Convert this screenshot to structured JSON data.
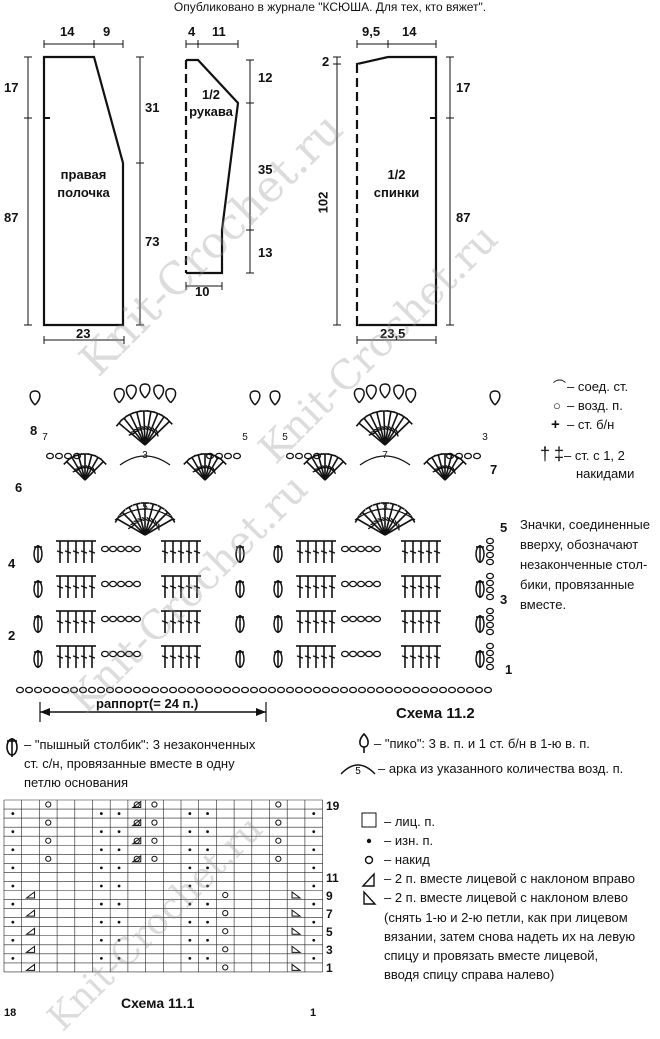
{
  "header": "Опубликовано в журнале \"КСЮША. Для тех, кто вяжет\".",
  "watermark": "Knit-Crochet.ru",
  "patterns": {
    "front": {
      "label1": "правая",
      "label2": "полочка",
      "dim_top_a": "14",
      "dim_top_b": "9",
      "dim_left_a": "17",
      "dim_left_b": "87",
      "dim_right_a": "31",
      "dim_right_b": "73",
      "dim_bottom": "23"
    },
    "sleeve": {
      "label1": "1/2",
      "label2": "рукава",
      "dim_top_a": "4",
      "dim_top_b": "11",
      "dim_right_a": "12",
      "dim_right_b": "35",
      "dim_right_c": "13",
      "dim_bottom": "10"
    },
    "back": {
      "label1": "1/2",
      "label2": "спинки",
      "dim_top_a": "9,5",
      "dim_top_b": "14",
      "dim_left_a": "2",
      "dim_left_b": "102",
      "dim_right_a": "17",
      "dim_right_b": "87",
      "dim_bottom": "23,5"
    }
  },
  "scheme2": {
    "title": "Схема 11.2",
    "rapport": "раппорт(= 24 п.)",
    "row_numbers_left": [
      "8",
      "6",
      "4",
      "2"
    ],
    "row_numbers_right": [
      "7",
      "5",
      "3",
      "1"
    ],
    "arc_numbers": [
      "5",
      "3",
      "7",
      "5",
      "3",
      "7",
      "3",
      "5"
    ]
  },
  "legend2": {
    "items": [
      {
        "sym": "⌒",
        "text": "– соед. ст."
      },
      {
        "sym": "○",
        "text": "– возд. п."
      },
      {
        "sym": "+",
        "text": "– ст. б/н"
      },
      {
        "sym": "†",
        "text": "– ст. с 1, 2"
      }
    ],
    "item4_line2": "накидами",
    "note": [
      "Значки, соединенные",
      "вверху, обозначают",
      "незаконченные стол-",
      "бики, провязанные",
      "вместе."
    ],
    "pyshny": [
      "– \"пышный столбик\": 3 незаконченных",
      "ст. с/н, провязанные вместе в одну",
      "петлю основания"
    ],
    "piko": "– \"пико\": 3 в. п. и 1 ст. б/н в 1-ю в. п.",
    "arc": "– арка из указанного количества возд. п."
  },
  "scheme1": {
    "title": "Схема 11.1",
    "col_start": "18",
    "col_end": "1",
    "row_labels": [
      "19",
      "11",
      "9",
      "7",
      "5",
      "3",
      "1"
    ]
  },
  "legend1": {
    "items": [
      "– лиц. п.",
      "– изн. п.",
      "– накид",
      "– 2 п. вместе лицевой с наклоном вправо",
      "– 2 п. вместе лицевой с наклоном влево"
    ],
    "note": [
      "(снять 1-ю и 2-ю петли, как при лицевом",
      "вязании, затем снова надеть их на левую",
      "спицу и провязать вместе лицевой,",
      "вводя спицу справа налево)"
    ]
  }
}
